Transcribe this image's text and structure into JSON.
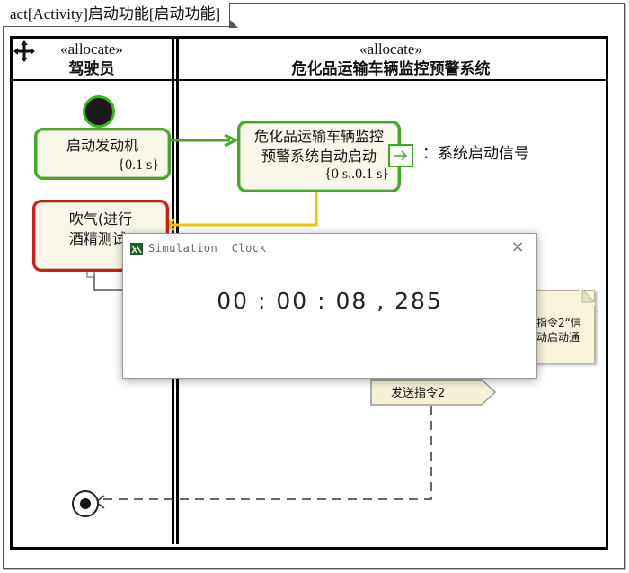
{
  "diagram": {
    "frame_title": "act[Activity]启动功能[启动功能]",
    "lanes": [
      {
        "stereotype": "«allocate»",
        "name": "驾驶员"
      },
      {
        "stereotype": "«allocate»",
        "name": "危化品运输车辆监控预警系统"
      }
    ],
    "actions": {
      "start_engine": {
        "label": "启动发动机",
        "time": "{0.1 s}"
      },
      "breath_test": {
        "label_line1": "吹气(进行",
        "label_line2": "酒精测试)"
      },
      "system_start": {
        "label_line1": "危化品运输车辆监控",
        "label_line2": "预警系统自动启动",
        "time": "{0 s..0.1 s}"
      }
    },
    "output_pin_label": "：系统启动信号",
    "note": {
      "line1": "指令2“信",
      "line2": "动启动通"
    },
    "send_signal": {
      "label": "发送指令2"
    },
    "colors": {
      "action_border": "#3fab24",
      "alert_border": "#d31a1a",
      "flow_yellow": "#f2c400"
    }
  },
  "window": {
    "title": "Simulation  Clock",
    "close_glyph": "×",
    "clock": "00 : 00 : 08 , 285"
  }
}
